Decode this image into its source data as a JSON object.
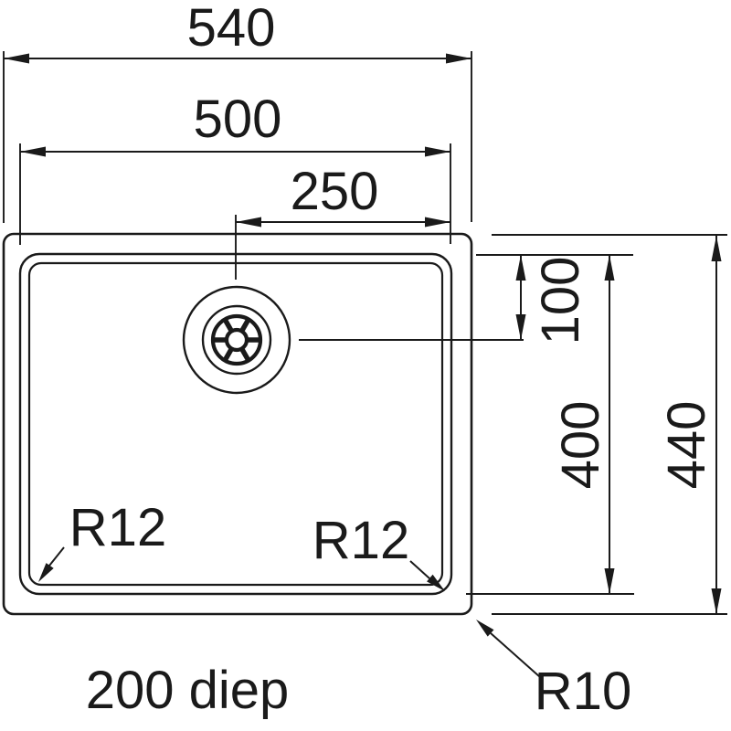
{
  "drawing": {
    "type": "sink-dimension-diagram",
    "dims": {
      "overall_width": "540",
      "bowl_width": "500",
      "drain_offset_x": "250",
      "drain_offset_y": "100",
      "bowl_height": "400",
      "overall_height": "440"
    },
    "radii": {
      "bowl_corner_left": "R12",
      "bowl_corner_right": "R12",
      "outer_corner": "R10"
    },
    "depth_note": "200 diep",
    "colors": {
      "line": "#1a1a1a",
      "background": "#ffffff"
    }
  }
}
